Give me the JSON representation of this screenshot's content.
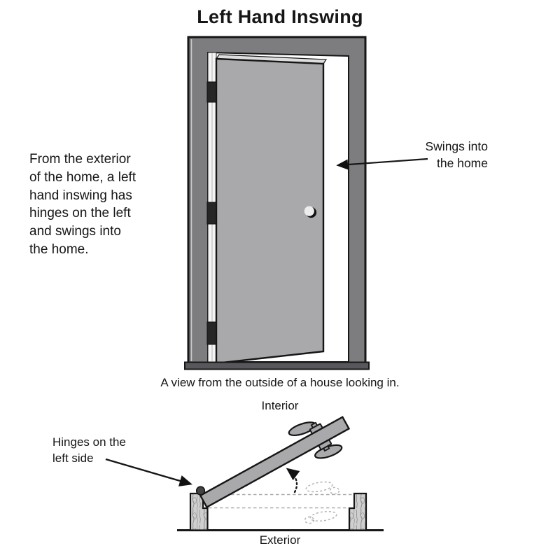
{
  "title": "Left Hand Inswing",
  "front_view": {
    "description_lines": [
      "From the exterior",
      "of the home, a left",
      "hand inswing has",
      "hinges on the left",
      "and swings into",
      "the home."
    ],
    "swing_label_lines": [
      "Swings into",
      "the home"
    ],
    "caption": "A view from the outside of a house looking in."
  },
  "plan_view": {
    "interior_label": "Interior",
    "exterior_label": "Exterior",
    "hinge_label_lines": [
      "Hinges on the",
      "left side"
    ]
  },
  "colors": {
    "ink": "#161616",
    "frame_gray": "#7d7d80",
    "door_gray": "#a9a9ac",
    "door_edge_light": "#f4f4f4",
    "door_top_sliver": "#dedede",
    "threshold_gray": "#58585c",
    "hinge_black": "#262626",
    "knob_light": "#ededed",
    "hinge_pin_gray": "#434346",
    "wood_base": "#cfcfcf",
    "wood_grain": "#8b8b8b",
    "ghost_outline_gray": "#b4b4b4",
    "dashed_door_gray": "#a9a9a9"
  }
}
